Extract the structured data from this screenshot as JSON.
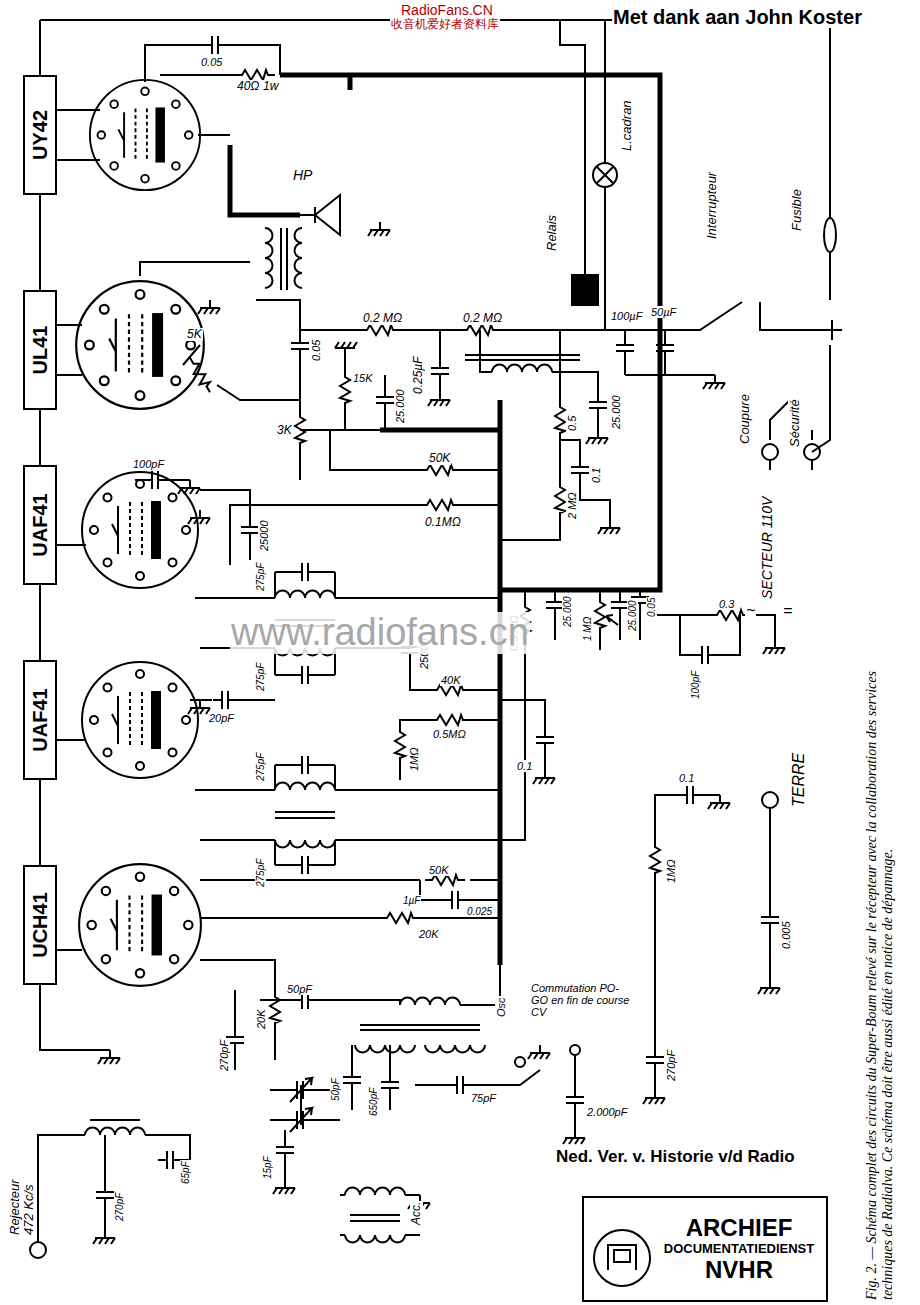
{
  "diagram": {
    "caption": "Fig. 2. — Schéma complet des circuits du Super-Boum relevé sur le récepteur avec la collaboration des services techniques de Radialva. Ce schéma doit être aussi édité en notice de dépannage.",
    "nodes": [
      {
        "text": [
          "UY42"
        ]
      },
      {
        "text": [
          "UL41"
        ]
      },
      {
        "text": [
          "UAF41"
        ]
      },
      {
        "text": [
          "UAF41"
        ]
      },
      {
        "text": [
          "UCH41"
        ]
      },
      {
        "text": [
          "ARCHIEF",
          "DOCUMENTATIEDIENST",
          "NVHR"
        ]
      }
    ],
    "labels": [
      "RadioFans.CN",
      "收音机爱好者资料库",
      "Met dank aan John Koster",
      "0.05",
      "40Ω",
      "1w",
      "HP",
      "L.cadran",
      "Relais",
      "Interrupteur",
      "Fusible",
      "5K",
      "0.2 MΩ",
      "0.2 MΩ",
      "0.25µF",
      "100µF",
      "50µF",
      "25.000",
      "Coupure",
      "Sécurité",
      "SECTEUR 110V",
      "~",
      "=",
      "0.05",
      "3K",
      "15K",
      "25.000",
      "50K",
      "0.1MΩ",
      "100pF",
      "25000",
      "0.5",
      "2 MΩ",
      "0.1",
      "275pF",
      "275pF",
      "275pF",
      "275pF",
      "25000",
      "20pF",
      "40K",
      "0.5MΩ",
      "1MΩ",
      "0.5 MΩ",
      "25.000",
      "1 MΩ",
      "25.000",
      "0.05",
      "0.3",
      "100pF",
      "0.1",
      "TERRE",
      "0.1",
      "1MΩ",
      "0.005",
      "50K",
      "1µF",
      "0.025",
      "20K",
      "20K",
      "50pF",
      "Osc",
      "Commutation PO-GO en fin de course CV",
      "270pF",
      "270pF",
      "50pF",
      "650pF",
      "75pF",
      "2.000pF",
      "15pF",
      "Acc.",
      "Rejecteur 472 Kc/s",
      "65pF",
      "270pF",
      "Ned. Ver. v. Historie v/d Radio",
      "www.radiofans.cn"
    ]
  }
}
